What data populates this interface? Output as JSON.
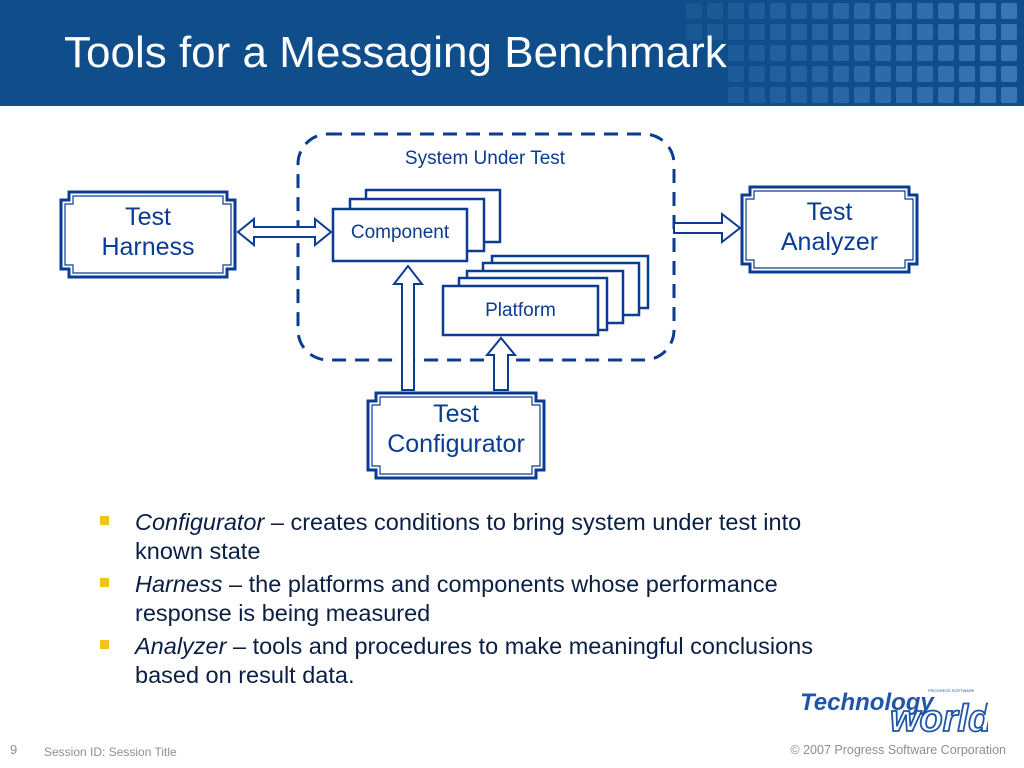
{
  "slide": {
    "title": "Tools for a Messaging Benchmark",
    "page_number": "9",
    "session": "Session ID: Session Title",
    "copyright": "© 2007 Progress Software Corporation"
  },
  "diagram": {
    "system_label": "System Under Test",
    "test_harness": [
      "Test",
      "Harness"
    ],
    "component": "Component",
    "platform": "Platform",
    "test_analyzer": [
      "Test",
      "Analyzer"
    ],
    "test_configurator": [
      "Test",
      "Configurator"
    ]
  },
  "bullets": [
    {
      "term": "Configurator",
      "text": " – creates conditions to bring system under test into known state"
    },
    {
      "term": "Harness",
      "text": " – the platforms and components whose performance response is being measured"
    },
    {
      "term": "Analyzer",
      "text": " – tools and procedures to make meaningful conclusions based on result data."
    }
  ],
  "logo": {
    "line1": "Technology",
    "line2": "world",
    "small": "PROGRESS SOFTWARE"
  },
  "colors": {
    "header": "#0f4e8a",
    "accent": "#0a3d91",
    "bullet": "#f4c21a"
  }
}
